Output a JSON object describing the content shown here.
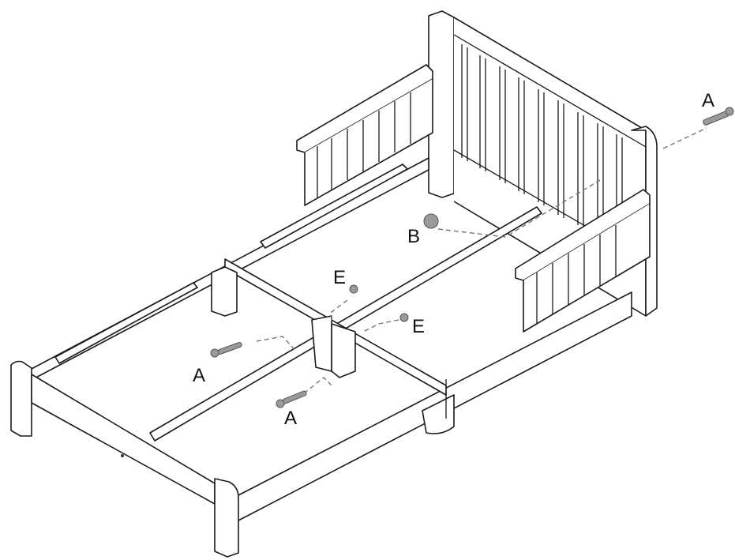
{
  "diagram": {
    "type": "assembly-instruction",
    "subject": "toddler bed frame exploded assembly view",
    "colors": {
      "line": "#1a1a1a",
      "dash": "#777777",
      "background": "#ffffff",
      "hardware": "#9a9a9a"
    },
    "labels": [
      {
        "id": "A",
        "text": "A",
        "part": "bolt",
        "position": "headboard-right"
      },
      {
        "id": "B",
        "text": "B",
        "part": "barrel-nut",
        "position": "center-rear"
      },
      {
        "id": "E1",
        "text": "E",
        "part": "washer/cap",
        "position": "center-upper"
      },
      {
        "id": "E2",
        "text": "E",
        "part": "washer/cap",
        "position": "center-lower"
      },
      {
        "id": "A2",
        "text": "A",
        "part": "bolt",
        "position": "left-crossbar"
      },
      {
        "id": "A3",
        "text": "A",
        "part": "bolt",
        "position": "lower-crossbar"
      }
    ],
    "components": [
      "headboard",
      "footboard",
      "side-rail-left",
      "side-rail-right",
      "guard-rail-left",
      "guard-rail-right",
      "center-support-beam",
      "cross-slat",
      "slat-supports"
    ]
  }
}
